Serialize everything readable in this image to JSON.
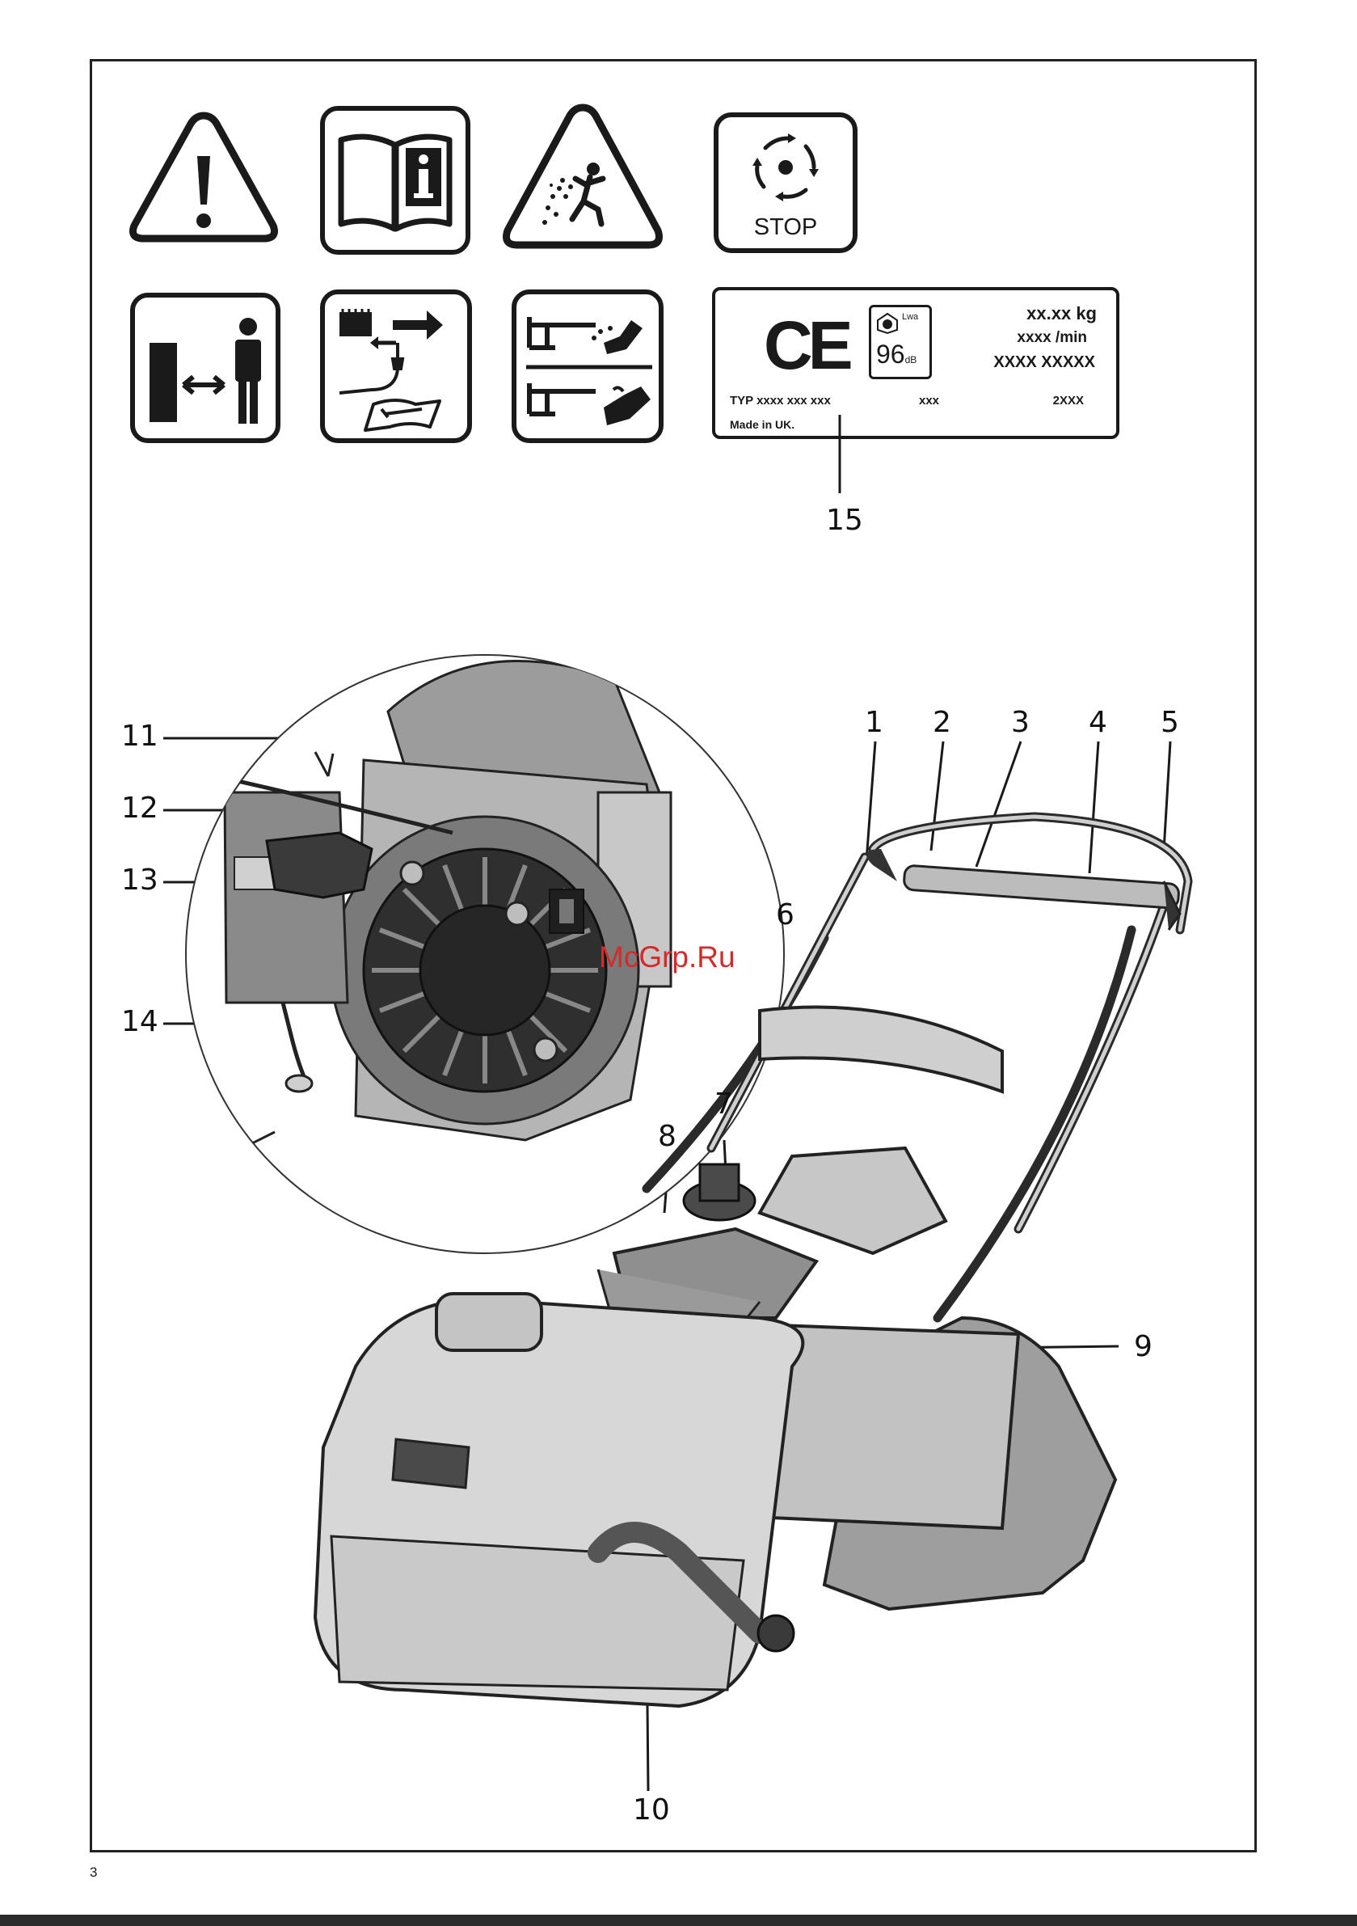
{
  "rating_plate": {
    "ce_mark": "CE",
    "noise_label": "Lwa",
    "noise_value": "96",
    "noise_unit": "dB",
    "weight": "xx.xx kg",
    "speed": "xxxx /min",
    "serial": "XXXX XXXXX",
    "type": "TYP xxxx xxx xxx",
    "model": "xxx",
    "year": "2XXX",
    "origin": "Made in UK."
  },
  "symbols": {
    "stop_label": "STOP"
  },
  "callouts": [
    "1",
    "2",
    "3",
    "4",
    "5",
    "6",
    "7",
    "8",
    "9",
    "10",
    "11",
    "12",
    "13",
    "14",
    "15"
  ],
  "watermark": "McGrp.Ru",
  "page_number": "3"
}
